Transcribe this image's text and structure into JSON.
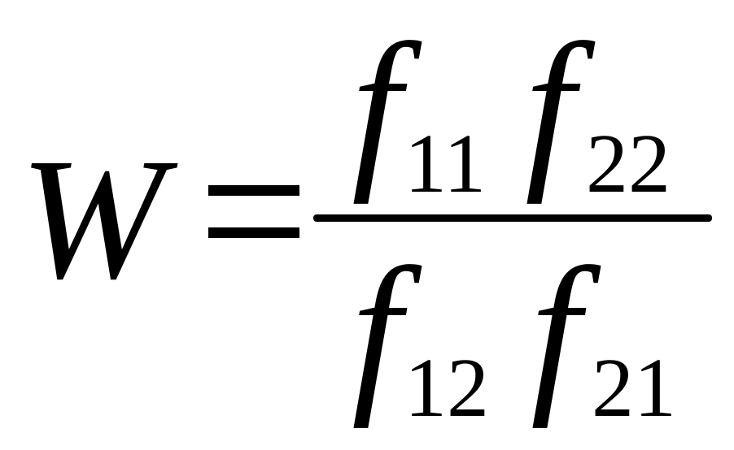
{
  "equation": {
    "lhs": "W",
    "numerator": {
      "factor1": {
        "symbol": "f",
        "subscript": "11"
      },
      "factor2": {
        "symbol": "f",
        "subscript": "22"
      }
    },
    "denominator": {
      "factor1": {
        "symbol": "f",
        "subscript": "12"
      },
      "factor2": {
        "symbol": "f",
        "subscript": "21"
      }
    }
  },
  "colors": {
    "text": "#000000",
    "background": "#ffffff"
  }
}
